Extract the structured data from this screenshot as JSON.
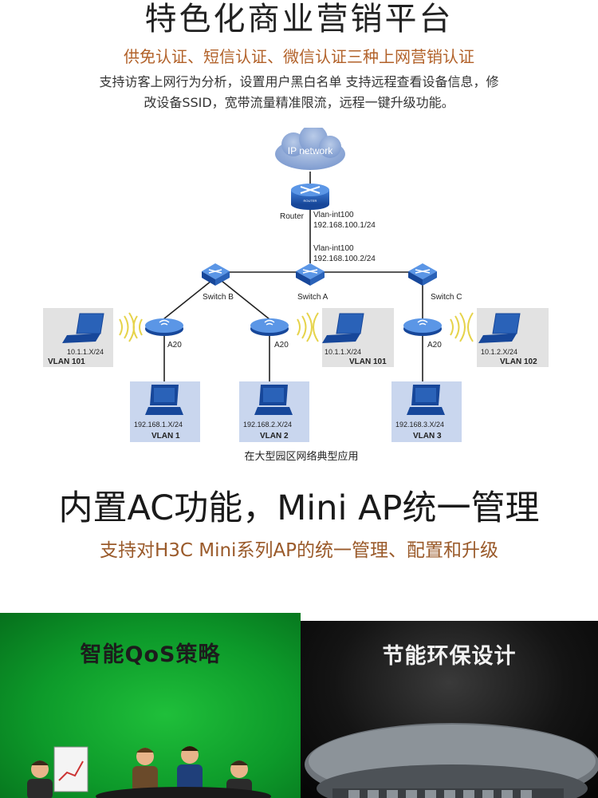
{
  "header": {
    "title": "特色化商业营销平台",
    "subtitle": "供免认证、短信认证、微信认证三种上网营销认证",
    "desc_line1": "支持访客上网行为分析，设置用户黑白名单 支持远程查看设备信息，修",
    "desc_line2": "改设备SSID，宽带流量精准限流，远程一键升级功能。"
  },
  "diagram": {
    "cloud_label": "IP network",
    "router_label": "Router",
    "router_icon_text": "ROUTER",
    "router_vlan": "Vlan-int100",
    "router_ip": "192.168.100.1/24",
    "switch_vlan": "Vlan-int100",
    "switch_ip": "192.168.100.2/24",
    "switch_a": "Switch A",
    "switch_b": "Switch B",
    "switch_c": "Switch C",
    "ap_label": "A20",
    "laptop1_ip": "10.1.1.X/24",
    "laptop1_vlan": "VLAN 101",
    "laptop2_ip": "10.1.1.X/24",
    "laptop2_vlan": "VLAN 101",
    "laptop3_ip": "10.1.2.X/24",
    "laptop3_vlan": "VLAN 102",
    "pc1_ip": "192.168.1.X/24",
    "pc1_vlan": "VLAN 1",
    "pc2_ip": "192.168.2.X/24",
    "pc2_vlan": "VLAN 2",
    "pc3_ip": "192.168.3.X/24",
    "pc3_vlan": "VLAN 3",
    "caption": "在大型园区网络典型应用"
  },
  "ac_section": {
    "title": "内置AC功能，Mini AP统一管理",
    "subtitle": "支持对H3C Mini系列AP的统一管理、配置和升级"
  },
  "panels": {
    "left_title": "智能QoS策略",
    "right_title": "节能环保设计"
  }
}
